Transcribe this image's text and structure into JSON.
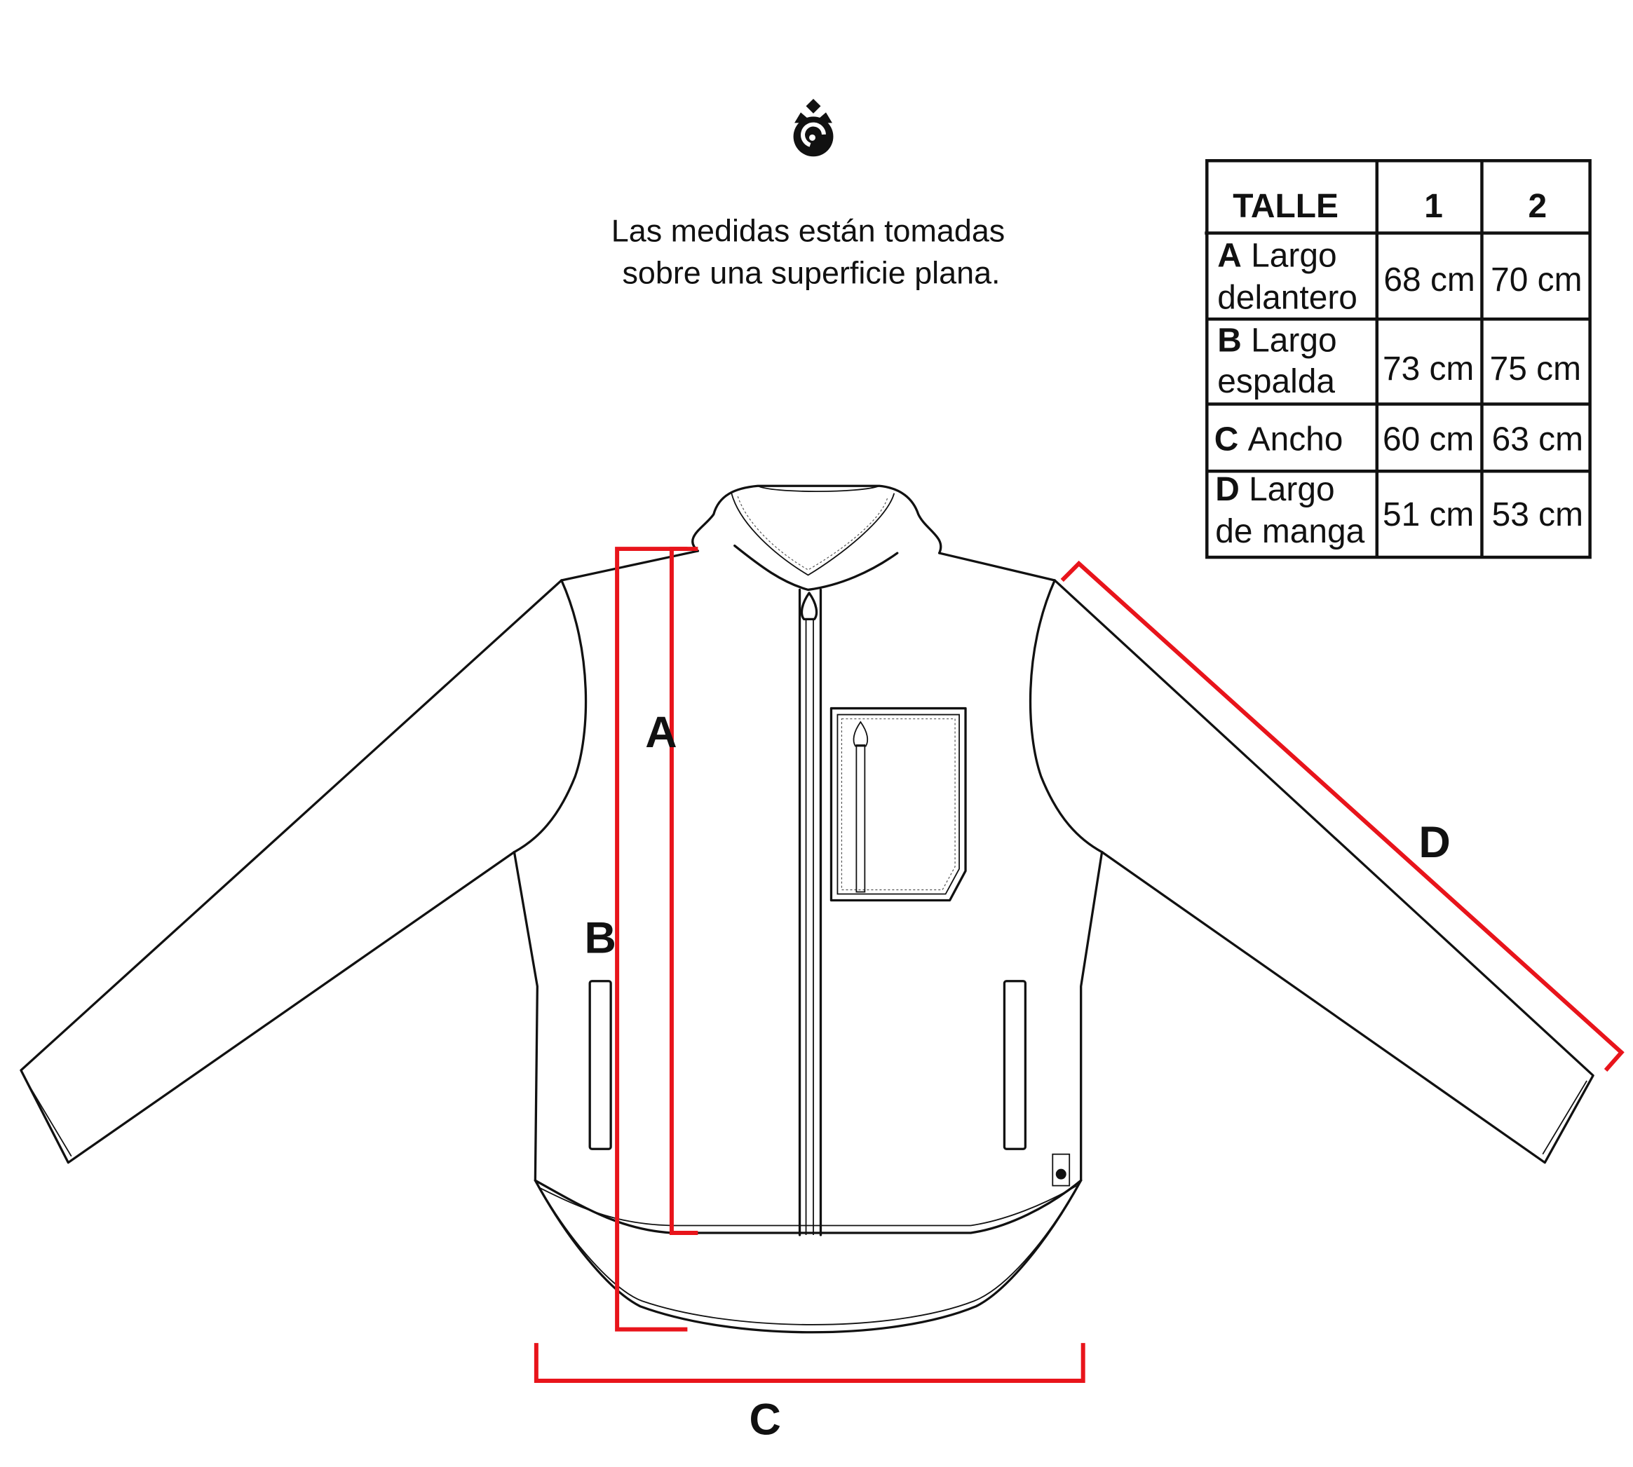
{
  "logo": {
    "name": "brand-logo"
  },
  "note": {
    "line1": "Las medidas están tomadas",
    "line2": "sobre una superficie plana."
  },
  "size_table": {
    "header": {
      "label": "TALLE",
      "sizes": [
        "1",
        "2"
      ]
    },
    "rows": [
      {
        "letter": "A",
        "name_line1": "Largo",
        "name_line2": "delantero",
        "values": [
          "68 cm",
          "70 cm"
        ]
      },
      {
        "letter": "B",
        "name_line1": "Largo",
        "name_line2": "espalda",
        "values": [
          "73 cm",
          "75 cm"
        ]
      },
      {
        "letter": "C",
        "name_line1": "Ancho",
        "name_line2": "",
        "values": [
          "60 cm",
          "63 cm"
        ]
      },
      {
        "letter": "D",
        "name_line1": "Largo",
        "name_line2": "de manga",
        "values": [
          "51 cm",
          "53 cm"
        ]
      }
    ]
  },
  "measure_labels": {
    "a": "A",
    "b": "B",
    "c": "C",
    "d": "D"
  },
  "colors": {
    "measure_line": "#e8141b",
    "outline": "#111111"
  }
}
